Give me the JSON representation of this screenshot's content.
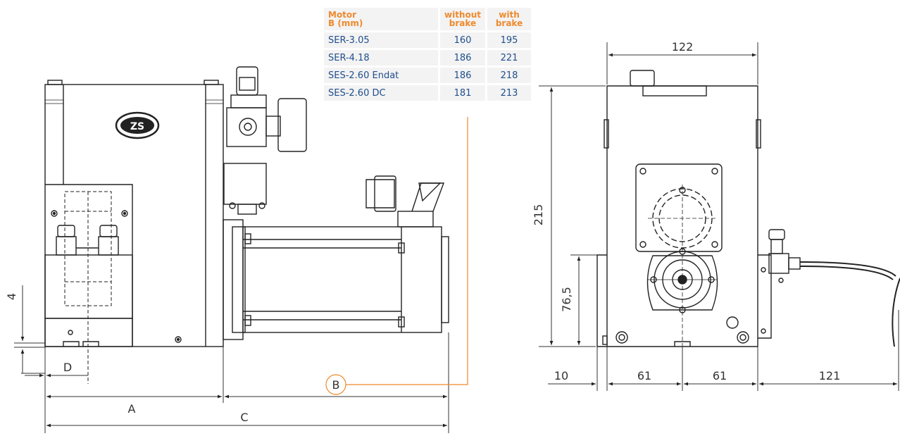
{
  "table": {
    "headers": [
      "Motor\nB (mm)",
      "without\nbrake",
      "with\nbrake"
    ],
    "rows": [
      {
        "motor": "SER-3.05",
        "without": "160",
        "with": "195"
      },
      {
        "motor": "SER-4.18",
        "without": "186",
        "with": "221"
      },
      {
        "motor": "SES-2.60 Endat",
        "without": "186",
        "with": "218"
      },
      {
        "motor": "SES-2.60 DC",
        "without": "181",
        "with": "213"
      }
    ]
  },
  "dimensions": {
    "left": {
      "a": "A",
      "b": "B",
      "c": "C",
      "d": "D",
      "four": "4"
    },
    "right": {
      "width_top": "122",
      "height": "215",
      "height_lower": "76,5",
      "ten": "10",
      "half_left": "61",
      "half_right": "61",
      "hose": "121"
    }
  },
  "logo_text": "ZS",
  "colors": {
    "accent": "#ee8a2d",
    "text": "#1f4e8c",
    "line": "#222222"
  }
}
